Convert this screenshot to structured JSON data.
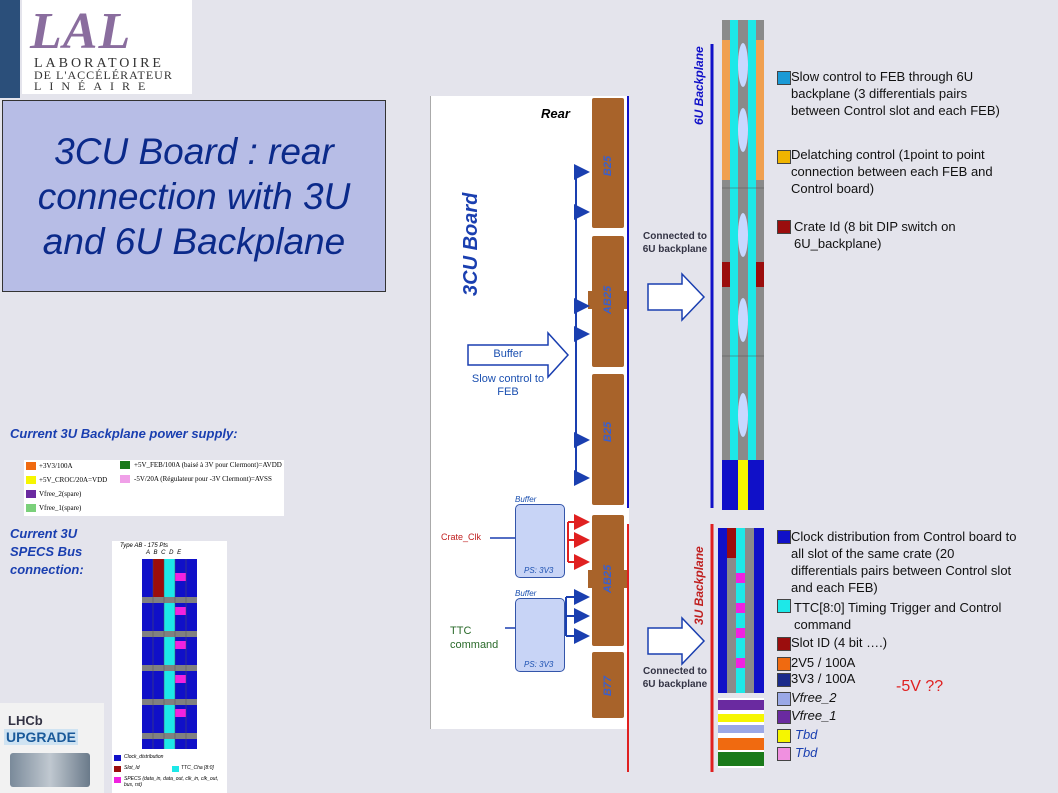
{
  "logo": {
    "word": "LAL",
    "line1": "LABORATOIRE",
    "line2": "DE L'ACCÉLÉRATEUR",
    "line3": "LINÉAIRE"
  },
  "title": "3CU Board : rear connection with 3U and 6U Backplane",
  "board_label": "3CU Board",
  "rear_label": "Rear",
  "connectors": [
    "B25",
    "AB25",
    "B25",
    "AB25",
    "B77"
  ],
  "buffer_label": "Buffer",
  "slow_control_label": "Slow control to FEB",
  "crate_clk": "Crate_Clk",
  "ttc_command": "TTC command",
  "small_buffer": "Buffer",
  "ps_label": "PS: 3V3",
  "connected_6u": "Connected to 6U backplane",
  "connected_6u_b": "Connected to 6U backplane",
  "bp6_label": "6U Backplane",
  "bp3_label": "3U Backplane",
  "neg5v": "-5V ??",
  "power_title": "Current 3U Backplane power supply:",
  "power_items": [
    "+3V3/100A",
    "+5V_CROC/20A=VDD",
    "Vfree_2(spare)",
    "Vfree_1(spare)",
    "+5V_FEB/100A (baisé à 3V pour Clermont)=AVDD",
    "-5V/20A (Régulateur pour -3V Clermont)=AVSS"
  ],
  "specs_title": "Current 3U SPECS Bus connection:",
  "specs_table_title": "Type AB - 175 Pts",
  "specs_cols": "A B C D E",
  "specs_legend": [
    "Clock_distribution",
    "Slot_Id",
    "TTC_Cha [8:0]",
    "SPECS (data_in, data_out, clk_in, clk_out, bus, rst)"
  ],
  "lhcb": {
    "line1": "LHCb",
    "line2": "UPGRADE"
  },
  "legend_6u": [
    {
      "text": "Slow control to FEB through 6U backplane (3 differentials pairs between Control slot and each FEB)",
      "color": "#1a9ad6"
    },
    {
      "text": "Delatching control (1point to point connection between each FEB and Control board)",
      "color": "#f0b400"
    },
    {
      "text": "Crate Id (8 bit DIP switch on 6U_backplane)",
      "color": "#9b0d0d"
    }
  ],
  "legend_3u": [
    {
      "text": "Clock distribution from Control board to all slot of the same crate (20 differentials pairs between Control slot and each FEB)",
      "color": "#1010c8"
    },
    {
      "text": "TTC[8:0] Timing Trigger and Control command",
      "color": "#1de8e8"
    },
    {
      "text": "Slot ID (4 bit ….)",
      "color": "#9b0d0d"
    },
    {
      "text": "2V5 / 100A",
      "color": "#f06a10"
    },
    {
      "text": "3V3 / 100A",
      "color": "#1a2a8a"
    },
    {
      "text": "Vfree_2",
      "color": "#9aa8e6"
    },
    {
      "text": "Vfree_1",
      "color": "#6a2aa0"
    },
    {
      "text": "Tbd",
      "color": "#f6f600"
    },
    {
      "text": "Tbd",
      "color": "#f090e0"
    }
  ]
}
